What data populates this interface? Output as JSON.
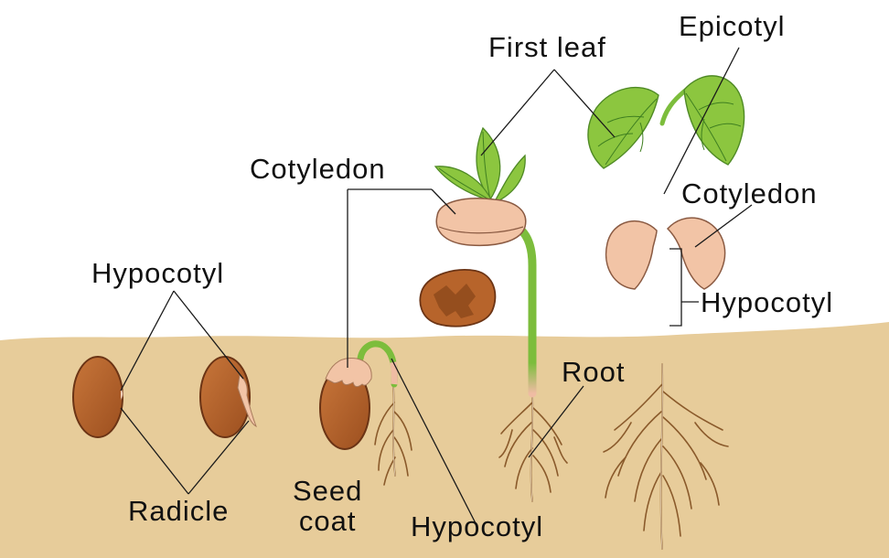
{
  "labels": {
    "first_leaf": "First leaf",
    "epicotyl": "Epicotyl",
    "cotyledon_left": "Cotyledon",
    "cotyledon_right": "Cotyledon",
    "hypocotyl_left": "Hypocotyl",
    "hypocotyl_right": "Hypocotyl",
    "hypocotyl_bottom": "Hypocotyl",
    "root": "Root",
    "radicle": "Radicle",
    "seed_coat_line1": "Seed",
    "seed_coat_line2": "coat"
  },
  "colors": {
    "soil": "#e7cc9a",
    "seed_brown": "#b7642b",
    "cotyledon_pink": "#f2c4a6",
    "stem_green": "#7cbd3c",
    "leaf_green": "#8cc63f",
    "root_pink": "#efbca3",
    "leader_line": "#1a1a1a"
  },
  "icons": {
    "seed": "seed-icon",
    "leaf": "leaf-icon",
    "root": "root-icon"
  }
}
